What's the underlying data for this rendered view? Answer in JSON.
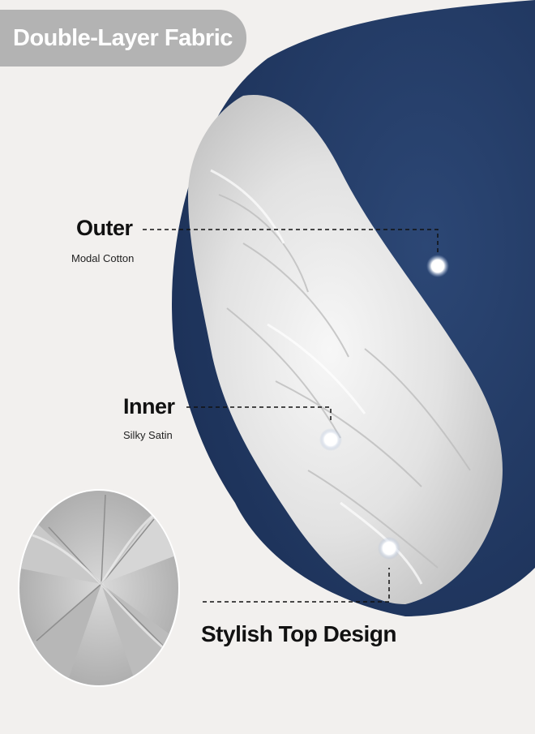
{
  "header": {
    "badge_text": "Double-Layer Fabric"
  },
  "callouts": {
    "outer": {
      "title": "Outer",
      "subtitle": "Modal Cotton"
    },
    "inner": {
      "title": "Inner",
      "subtitle": "Silky Satin"
    },
    "top": {
      "title": "Stylish Top Design"
    }
  },
  "colors": {
    "background": "#f2f0ee",
    "badge": "#b3b3b3",
    "outer_fabric": "#243b63",
    "satin": "#e4e4e4"
  }
}
